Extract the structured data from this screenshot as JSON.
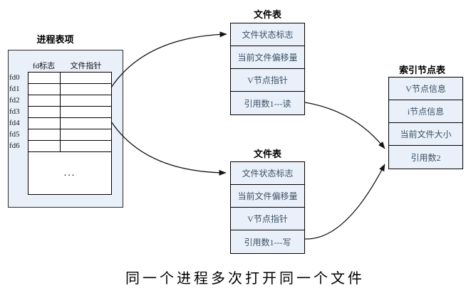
{
  "colors": {
    "box_fill": "#e9f0f9",
    "box_border": "#2b2b2b",
    "cell_border": "#000000",
    "cell_text": "#3d5166",
    "line_color": "#141414",
    "title_text": "#000000"
  },
  "process_table": {
    "title": "进程表项",
    "col_headers": [
      "fd标志",
      "文件指针"
    ],
    "fd_labels": [
      "fd0",
      "fd1",
      "fd2",
      "fd3",
      "fd4",
      "fd5",
      "fd6"
    ],
    "ellipsis": "..."
  },
  "file_table_top": {
    "title": "文件表",
    "rows": [
      "文件状态标志",
      "当前文件偏移量",
      "V节点指针",
      "引用数1---读"
    ]
  },
  "file_table_bottom": {
    "title": "文件表",
    "rows": [
      "文件状态标志",
      "当前文件偏移量",
      "V节点指针",
      "引用数1---写"
    ]
  },
  "inode_table": {
    "title": "索引节点表",
    "rows": [
      "V节点信息",
      "i节点信息",
      "当前文件大小",
      "引用数2"
    ]
  },
  "caption": "同一个进程多次打开同一个文件",
  "connections": [
    {
      "from": "process-table-fd1",
      "to": "file-table-top-row-1"
    },
    {
      "from": "process-table-fd4",
      "to": "file-table-bottom-row-1"
    },
    {
      "from": "file-table-top-row-4",
      "to": "inode-table-row-4"
    },
    {
      "from": "file-table-bottom-row-4",
      "to": "inode-table-row-4"
    }
  ]
}
